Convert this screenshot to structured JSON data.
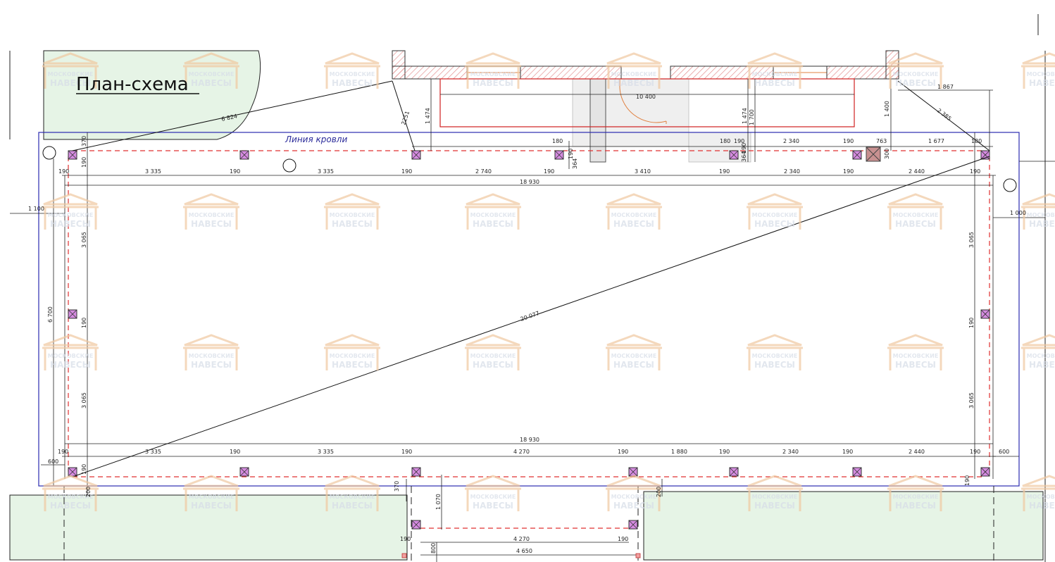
{
  "title": "План-схема",
  "roof_line_label": "Линия кровли",
  "watermark": {
    "line1": "МОСКОВСКИЕ",
    "line2": "НАВЕСЫ"
  },
  "colors": {
    "lawn": "#e6f4e6",
    "roof_line": "#2b2bb0",
    "pillar_fill": "#d58be0",
    "dashed_red": "#e03030",
    "wall_hatch": "#e08080",
    "watermark": "#f0c8a0"
  },
  "dimensions": {
    "top_190_left": "190",
    "top_3335_a": "3 335",
    "top_190_a": "190",
    "top_3335_b": "3 335",
    "top_190_b": "190",
    "top_2740": "2 740",
    "top_190_c": "190",
    "top_3410": "3 410",
    "top_190_d": "190",
    "top_2340": "2 340",
    "top_190_e": "190",
    "top_2440": "2 440",
    "top_190_f": "190",
    "top_total": "18 930",
    "upper_180_a": "180",
    "upper_180_b": "180",
    "upper_190_a": "190",
    "upper_2340": "2 340",
    "upper_190_b": "190",
    "upper_763": "763",
    "upper_1677": "1 677",
    "upper_180_c": "180",
    "upper_1867": "1 867",
    "diag_6824": "6 824",
    "diag_2251": "2251",
    "vert_1474_a": "1 474",
    "vert_1474_b": "1 474",
    "vert_1700": "1 700",
    "vert_1400": "1 400",
    "diag_2385": "2 385",
    "door_10400": "10 400",
    "v_370": "370",
    "v_190_a": "190",
    "v_364": "364",
    "v_190_b": "190",
    "v_364_b": "364",
    "v_190_c": "190",
    "v_300": "300",
    "left_1100": "1 100",
    "right_1000": "1 000",
    "left_3065_a": "3 065",
    "left_190_mid": "190",
    "left_3065_b": "3 065",
    "left_6700": "6 700",
    "right_3065_a": "3 065",
    "right_190_mid": "190",
    "right_3065_b": "3 065",
    "diag_20077": "20 077",
    "bot_total": "18 930",
    "bot_190_a": "190",
    "bot_3335_a": "3 335",
    "bot_190_b": "190",
    "bot_3335_b": "3 335",
    "bot_190_c": "190",
    "bot_4270": "4 270",
    "bot_190_d": "190",
    "bot_1880": "1 880",
    "bot_190_e": "190",
    "bot_2340": "2 340",
    "bot_190_f": "190",
    "bot_2440": "2 440",
    "bot_190_g": "190",
    "bot_600_right": "600",
    "bot_600_left": "600",
    "bot_190_left_v": "190",
    "bot_200_a": "200",
    "bot_370": "370",
    "bot_1070": "1 070",
    "bot_200_b": "200",
    "bot_190_right_v": "190",
    "ext_190_a": "190",
    "ext_4270": "4 270",
    "ext_190_b": "190",
    "ext_4650": "4 650",
    "ext_800": "800"
  }
}
